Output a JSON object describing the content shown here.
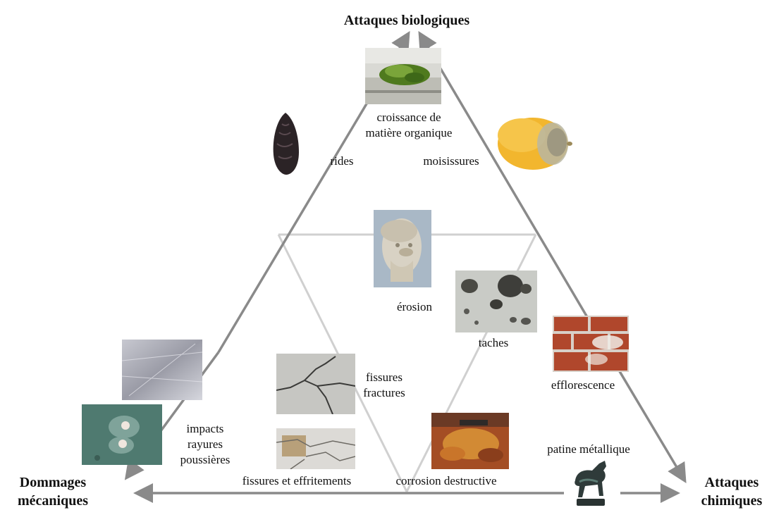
{
  "diagram": {
    "corners": {
      "top": "Attaques biologiques",
      "left_line1": "Dommages",
      "left_line2": "mécaniques",
      "right_line1": "Attaques",
      "right_line2": "chimiques"
    },
    "labels": {
      "organic_line1": "croissance de",
      "organic_line2": "matière organique",
      "rides": "rides",
      "moisissures": "moisissures",
      "erosion": "érosion",
      "taches": "taches",
      "efflorescence": "efflorescence",
      "impacts": "impacts",
      "rayures": "rayures",
      "poussieres": "poussières",
      "fissures": "fissures",
      "fractures": "fractures",
      "fissures_effritements": "fissures et effritements",
      "corrosion": "corrosion destructive",
      "patine": "patine métallique"
    },
    "colors": {
      "outer_arrow": "#8a8a8a",
      "inner_triangle": "#d0d0d0"
    }
  }
}
